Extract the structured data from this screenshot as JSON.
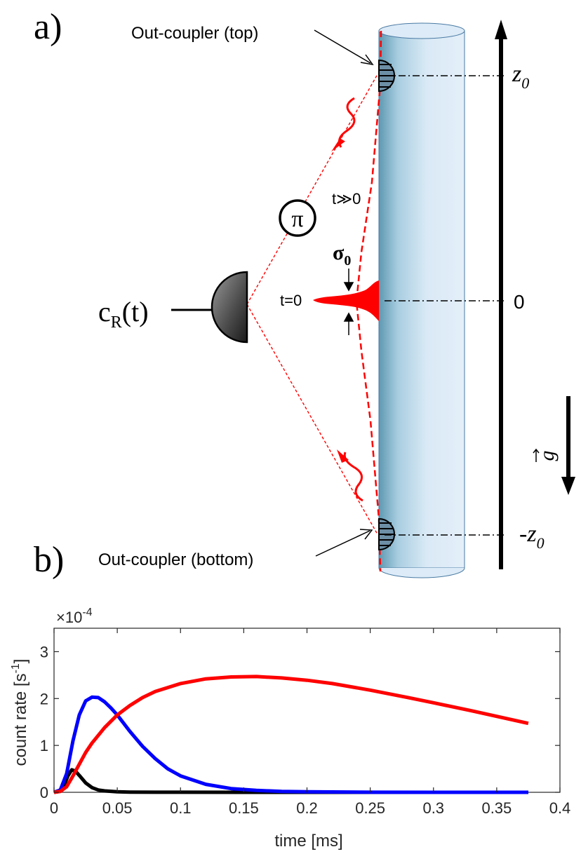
{
  "panel_a": {
    "label": "a)",
    "out_coupler_top": "Out-coupler (top)",
    "out_coupler_bottom": "Out-coupler (bottom)",
    "pi_symbol": "π",
    "detector_signal": "c",
    "detector_signal_sub": "R",
    "detector_signal_arg": "(t)",
    "t_large": "t≫0",
    "t_zero": "t=0",
    "sigma": "σ",
    "sigma_sub": "0",
    "z_top": "z",
    "z_top_sub": "0",
    "z_mid": "0",
    "z_bottom_sign": "-",
    "z_bottom": "z",
    "z_bottom_sub": "0",
    "gravity": "g",
    "colors": {
      "laser": "#ff0000",
      "cylinder_fill": "#dbe9f5",
      "cylinder_shade": "#6fa5bd",
      "cylinder_edge": "#3f6f9a"
    }
  },
  "panel_b": {
    "label": "b)",
    "chart_data": {
      "type": "line",
      "xlabel": "time [ms]",
      "ylabel": "count rate [s",
      "ylabel_sup": "-1",
      "ylabel_end": "]",
      "exponent_prefix": "×10",
      "exponent_power": "-4",
      "xlim": [
        0,
        0.4
      ],
      "ylim": [
        0,
        3.5
      ],
      "xticks": [
        "0",
        "0.05",
        "0.1",
        "0.15",
        "0.2",
        "0.25",
        "0.3",
        "0.35",
        "0.4"
      ],
      "yticks": [
        "0",
        "1",
        "2",
        "3"
      ],
      "grid": false,
      "series": [
        {
          "color": "#000000",
          "x": [
            0,
            0.005,
            0.008,
            0.011,
            0.014,
            0.017,
            0.02,
            0.025,
            0.03,
            0.035,
            0.04,
            0.05,
            0.06,
            0.08,
            0.1,
            0.15,
            0.2,
            0.25,
            0.3,
            0.375
          ],
          "y": [
            0,
            0.02,
            0.15,
            0.35,
            0.48,
            0.45,
            0.36,
            0.2,
            0.1,
            0.05,
            0.03,
            0.01,
            0.005,
            0.002,
            0.001,
            0,
            0,
            0,
            0,
            0
          ]
        },
        {
          "color": "#0000ff",
          "x": [
            0,
            0.005,
            0.01,
            0.015,
            0.02,
            0.025,
            0.03,
            0.035,
            0.04,
            0.045,
            0.05,
            0.06,
            0.07,
            0.08,
            0.09,
            0.1,
            0.12,
            0.14,
            0.16,
            0.18,
            0.2,
            0.25,
            0.3,
            0.375
          ],
          "y": [
            0,
            0.05,
            0.4,
            1.1,
            1.65,
            1.95,
            2.03,
            2.02,
            1.93,
            1.8,
            1.65,
            1.3,
            0.98,
            0.72,
            0.5,
            0.35,
            0.17,
            0.08,
            0.04,
            0.02,
            0.01,
            0.002,
            0,
            0
          ]
        },
        {
          "color": "#ff0000",
          "x": [
            0,
            0.005,
            0.01,
            0.015,
            0.02,
            0.025,
            0.03,
            0.04,
            0.05,
            0.06,
            0.07,
            0.08,
            0.1,
            0.12,
            0.14,
            0.16,
            0.18,
            0.2,
            0.22,
            0.25,
            0.28,
            0.3,
            0.33,
            0.35,
            0.375
          ],
          "y": [
            0,
            0.02,
            0.12,
            0.35,
            0.6,
            0.85,
            1.05,
            1.38,
            1.65,
            1.85,
            2.02,
            2.15,
            2.32,
            2.42,
            2.46,
            2.47,
            2.44,
            2.39,
            2.32,
            2.18,
            2.02,
            1.91,
            1.74,
            1.62,
            1.47
          ]
        }
      ]
    }
  }
}
